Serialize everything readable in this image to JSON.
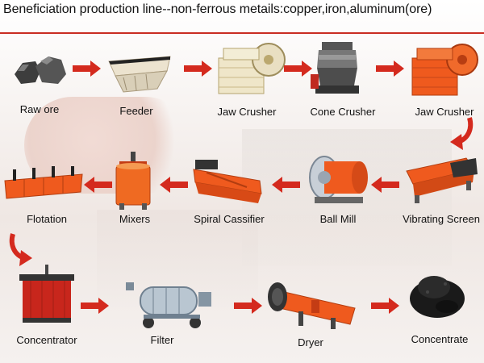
{
  "title": "Beneficiation production line--non-ferrous metails:copper,iron,aluminum(ore)",
  "colors": {
    "accent": "#d42a1e",
    "orange": "#ee5b1c",
    "rule": "#c92d22"
  },
  "steps": [
    {
      "label": "Raw ore"
    },
    {
      "label": "Feeder"
    },
    {
      "label": "Jaw Crusher"
    },
    {
      "label": "Cone Crusher"
    },
    {
      "label": "Jaw Crusher"
    },
    {
      "label": "Vibrating Screen"
    },
    {
      "label": "Ball Mill"
    },
    {
      "label": "Spiral Cassifier"
    },
    {
      "label": "Mixers"
    },
    {
      "label": "Flotation"
    },
    {
      "label": "Concentrator"
    },
    {
      "label": "Filter"
    },
    {
      "label": "Dryer"
    },
    {
      "label": "Concentrate"
    }
  ]
}
